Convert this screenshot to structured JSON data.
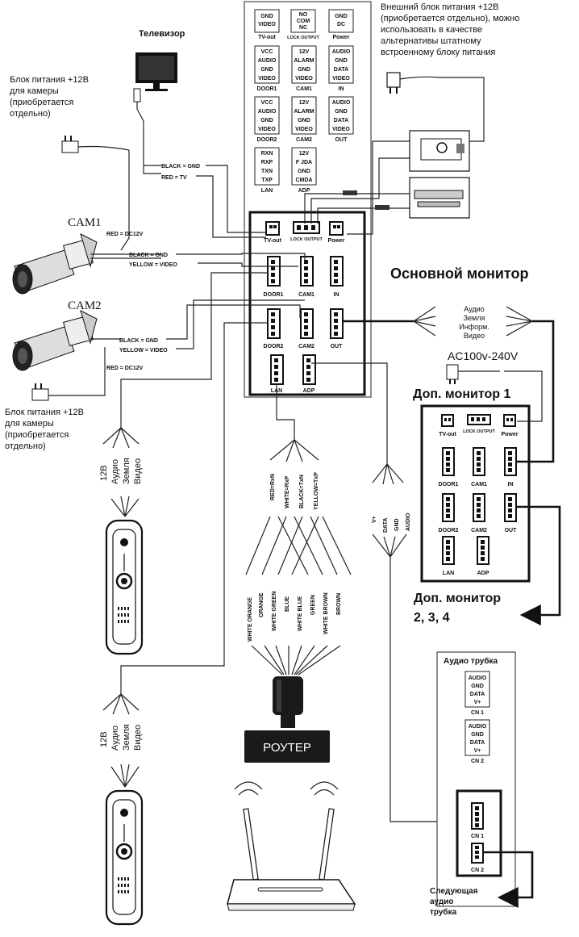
{
  "title_main_monitor": "Основной монитор",
  "tv_label": "Телевизор",
  "psu_note_top": [
    "Внешний блок питания +12В",
    "(приобретается отдельно), можно",
    "использовать в качестве",
    "альтернативы штатному",
    "встроенному блоку питания"
  ],
  "cam_psu_note_1": [
    "Блок питания +12В",
    "для камеры",
    "(приобретается",
    "отдельно)"
  ],
  "cam_psu_note_2": [
    "Блок питания +12В",
    "для камеры",
    "(приобретается",
    "отдельно)"
  ],
  "cam1_label": "CAM1",
  "cam2_label": "CAM2",
  "wires": {
    "black_gnd": "BLACK = GND",
    "red_tv": "RED = TV",
    "red_dc1": "RED = DC12V",
    "black_gnd_cam1": "BLACK = GND",
    "yellow_video_cam1": "YELLOW = VIDEO",
    "black_gnd_cam2": "BLACK = GND",
    "yellow_video_cam2": "YELLOW = VIDEO",
    "red_dc2": "RED = DC12V"
  },
  "pin_tables": {
    "tv_out": {
      "lines": [
        "GND",
        "VIDEO"
      ],
      "caption": "TV-out"
    },
    "lock": {
      "lines": [
        "NO",
        "COM",
        "NC"
      ],
      "caption": "LOCK OUTPUT"
    },
    "power": {
      "lines": [
        "GND",
        "DC"
      ],
      "caption": "Power"
    },
    "door1": {
      "lines": [
        "VCC",
        "AUDIO",
        "GND",
        "VIDEO"
      ],
      "caption": "DOOR1"
    },
    "cam1": {
      "lines": [
        "12V",
        "ALARM",
        "GND",
        "VIDEO"
      ],
      "caption": "CAM1"
    },
    "in": {
      "lines": [
        "AUDIO",
        "GND",
        "DATA",
        "VIDEO"
      ],
      "caption": "IN"
    },
    "door2": {
      "lines": [
        "VCC",
        "AUDIO",
        "GND",
        "VIDEO"
      ],
      "caption": "DOOR2"
    },
    "cam2": {
      "lines": [
        "12V",
        "ALARM",
        "GND",
        "VIDEO"
      ],
      "caption": "CAM2"
    },
    "out": {
      "lines": [
        "AUDIO",
        "GND",
        "DATA",
        "VIDEO"
      ],
      "caption": "OUT"
    },
    "lan": {
      "lines": [
        "RXN",
        "RXP",
        "TXN",
        "TXP"
      ],
      "caption": "LAN"
    },
    "adp": {
      "lines": [
        "12V",
        "F JDA",
        "GND",
        "CMDA"
      ],
      "caption": "ADP"
    }
  },
  "main_ports": {
    "tv_out": "TV-out",
    "lock": "LOCK OUTPUT",
    "power": "Power",
    "door1": "DOOR1",
    "cam1": "CAM1",
    "in": "IN",
    "door2": "DOOR2",
    "cam2": "CAM2",
    "out": "OUT",
    "lan": "LAN",
    "adp": "ADP"
  },
  "aux_ports": {
    "tv_out": "TV-out",
    "lock": "LOCK OUTPUT",
    "power": "Power",
    "door1": "DOOR1",
    "cam1": "CAM1",
    "in": "IN",
    "door2": "DOOR2",
    "cam2": "CAM2",
    "out": "OUT",
    "lan": "LAN",
    "adp": "ADP"
  },
  "bus_labels": [
    "Аудио",
    "Земля",
    "Информ.",
    "Видео"
  ],
  "ac_label": "AC100v-240V",
  "aux_monitor_1": "Доп. монитор 1",
  "aux_monitor_234": [
    "Доп. монитор",
    "2, 3, 4"
  ],
  "door_wires": [
    "12В",
    "Аудио",
    "Земля",
    "Видео"
  ],
  "door_wires_2": [
    "12В",
    "Аудио",
    "Земля",
    "Видео"
  ],
  "lan_wires": [
    "RED=RxN",
    "WHITE=RxP",
    "BLACK=TxN",
    "YELLOW=TxP"
  ],
  "adp_wires": [
    "V+",
    "DATA",
    "GND",
    "AUDIO"
  ],
  "rj45_colors": [
    "WHITE ORANGE",
    "ORANGE",
    "WHITE GREEN",
    "BLUE",
    "WHITE BLUE",
    "GREEN",
    "WHITE BROWN",
    "BROWN"
  ],
  "router_label": "РОУТЕР",
  "handset_title": "Аудио трубка",
  "handset_cn1": {
    "lines": [
      "AUDIO",
      "GND",
      "DATA",
      "V+"
    ],
    "caption": "CN 1"
  },
  "handset_cn2": {
    "lines": [
      "AUDIO",
      "GND",
      "DATA",
      "V+"
    ],
    "caption": "CN 2"
  },
  "handset_ports": [
    "CN 1",
    "CN 2"
  ],
  "next_handset": [
    "Следующая",
    "аудио",
    "трубка"
  ]
}
